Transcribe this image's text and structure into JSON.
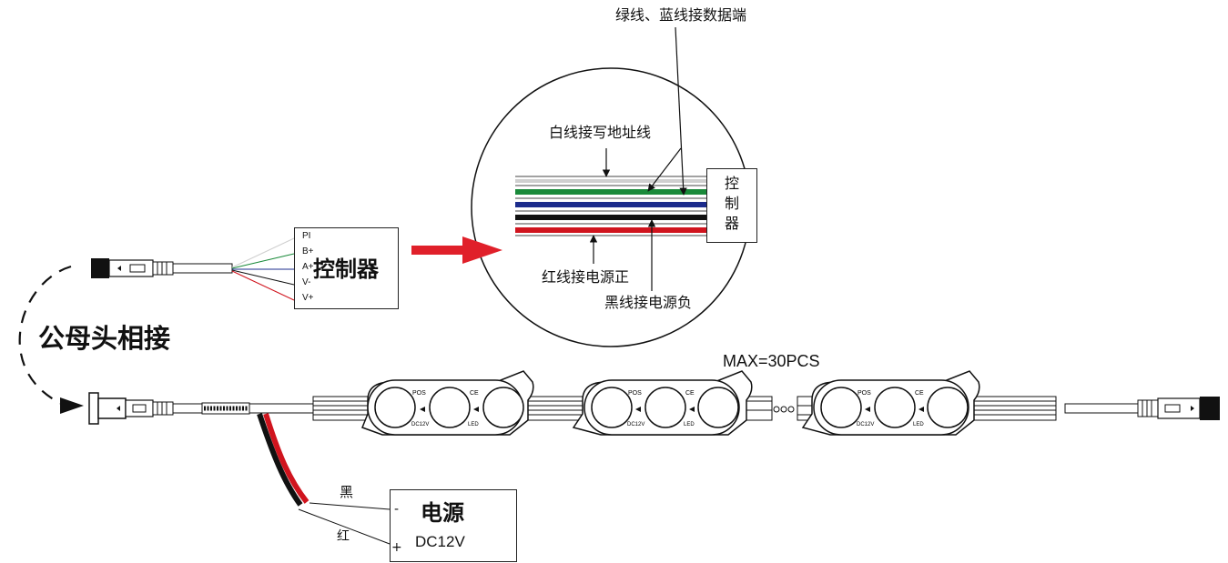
{
  "labels": {
    "green_blue_data": "绿线、蓝线接数据端",
    "white_address": "白线接写地址线",
    "controller_zoom": "控\n制\n器",
    "red_power_pos": "红线接电源正",
    "black_power_neg": "黑线接电源负",
    "male_female_connect": "公母头相接",
    "controller": "控制器",
    "max_count": "MAX=30PCS",
    "black": "黑",
    "red": "红",
    "power_title": "电源",
    "power_voltage": "DC12V",
    "minus": "-",
    "plus": "+"
  },
  "pins": [
    "PI",
    "B+",
    "A+",
    "V-",
    "V+"
  ],
  "module_text": {
    "top_left": "POS",
    "top_right": "CE",
    "bottom_left": "DC12V",
    "bottom_right": "LED"
  },
  "colors": {
    "white_wire": "#d8d8d8",
    "green_wire": "#1a8a3a",
    "blue_wire": "#1c2c8c",
    "black_wire": "#111111",
    "red_wire": "#d0141e",
    "arrow_red": "#e0202a"
  },
  "icons": [
    "connector-male",
    "connector-female",
    "led-module",
    "arrow"
  ]
}
